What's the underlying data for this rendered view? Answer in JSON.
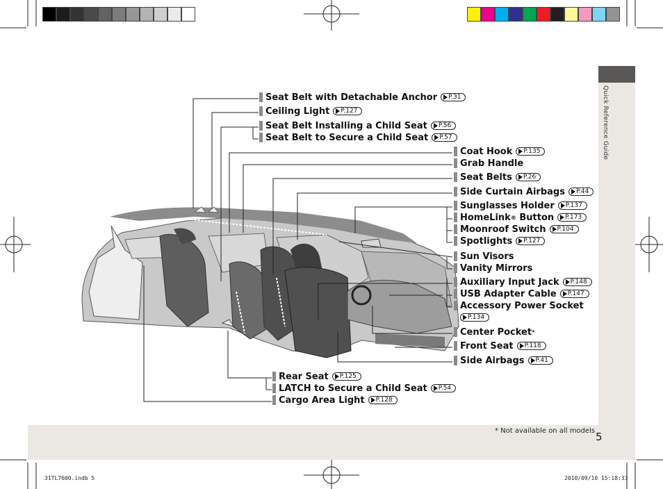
{
  "side_label": "Quick Reference Guide",
  "page_number": "5",
  "footnote": "* Not available on all models",
  "print_info": {
    "file": "31TL7600.indb   5",
    "date": "2010/09/10   15:18:33"
  },
  "colors": {
    "gray_ramp": [
      "#000000",
      "#1c1c1c",
      "#333333",
      "#4a4a4a",
      "#626262",
      "#7c7c7c",
      "#979797",
      "#b3b3b3",
      "#cfcfcf",
      "#ebebeb",
      "#ffffff"
    ],
    "process_bar": [
      "#fff200",
      "#ec008c",
      "#00aeef",
      "#2e3192",
      "#00a651",
      "#ed1c24",
      "#231f20",
      "#fff799",
      "#f49ac1",
      "#7fd3f7",
      "#939393"
    ],
    "panel": "#ebe8e4",
    "tab": "#5a5856",
    "marker": "#8a8a8a"
  },
  "labels": {
    "seat_belt_anchor": {
      "text": "Seat Belt with Detachable Anchor",
      "ref": "P.31"
    },
    "ceiling_light": {
      "text": "Ceiling Light",
      "ref": "P.127"
    },
    "seat_belt_installing": {
      "text": "Seat Belt Installing a Child Seat",
      "ref": "P.56"
    },
    "seat_belt_secure": {
      "text": "Seat Belt to Secure a Child Seat",
      "ref": "P.57"
    },
    "coat_hook": {
      "text": "Coat Hook",
      "ref": "P.135"
    },
    "grab_handle": {
      "text": "Grab Handle"
    },
    "seat_belts": {
      "text": "Seat Belts",
      "ref": "P.26"
    },
    "side_curtain_airbags": {
      "text": "Side Curtain Airbags",
      "ref": "P.44"
    },
    "sunglasses_holder": {
      "text": "Sunglasses Holder",
      "ref": "P.137"
    },
    "homelink_button": {
      "text": "HomeLink",
      "sup": "®",
      "text_after": " Button",
      "ref": "P.173"
    },
    "moonroof_switch": {
      "text": "Moonroof Switch",
      "ref": "P.104"
    },
    "spotlights": {
      "text": "Spotlights",
      "ref": "P.127"
    },
    "sun_visors": {
      "text": "Sun Visors"
    },
    "vanity_mirrors": {
      "text": "Vanity Mirrors"
    },
    "auxiliary_input_jack": {
      "text": "Auxiliary Input Jack",
      "ref": "P.148"
    },
    "usb_adapter_cable": {
      "text": "USB Adapter Cable",
      "ref": "P.147"
    },
    "accessory_power_socket": {
      "text": "Accessory Power Socket",
      "ref": "P.134"
    },
    "center_pocket": {
      "text": "Center Pocket",
      "sup": "*"
    },
    "front_seat": {
      "text": "Front Seat",
      "ref": "P.118"
    },
    "side_airbags": {
      "text": "Side Airbags",
      "ref": "P.41"
    },
    "rear_seat": {
      "text": "Rear Seat",
      "ref": "P.125"
    },
    "latch": {
      "text": "LATCH to Secure a Child Seat",
      "ref": "P.54"
    },
    "cargo_area_light": {
      "text": "Cargo Area Light",
      "ref": "P.128"
    }
  }
}
